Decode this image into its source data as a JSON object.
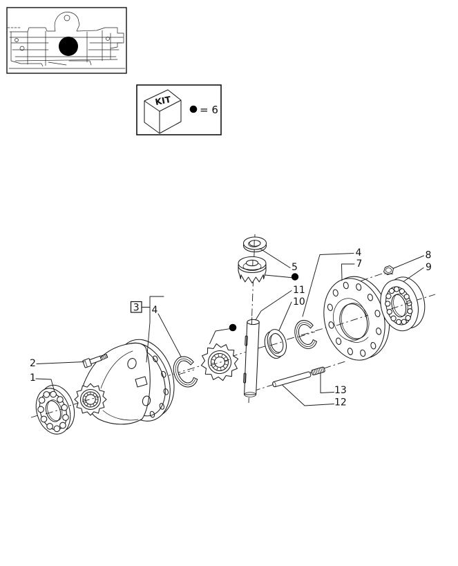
{
  "kit_box": {
    "cube_label": "KIT",
    "legend_dot": "●",
    "legend_text": "= 6"
  },
  "callouts": {
    "n1": "1",
    "n2": "2",
    "n3": "3",
    "n4_left": "4",
    "n5": "5",
    "n10": "10",
    "n11": "11",
    "n4_right": "4",
    "n7": "7",
    "n8": "8",
    "n9": "9",
    "n12": "12",
    "n13": "13"
  },
  "colors": {
    "line": "#1a1a1a",
    "text": "#111111",
    "kit_marker": "#000000",
    "background": "#ffffff"
  }
}
